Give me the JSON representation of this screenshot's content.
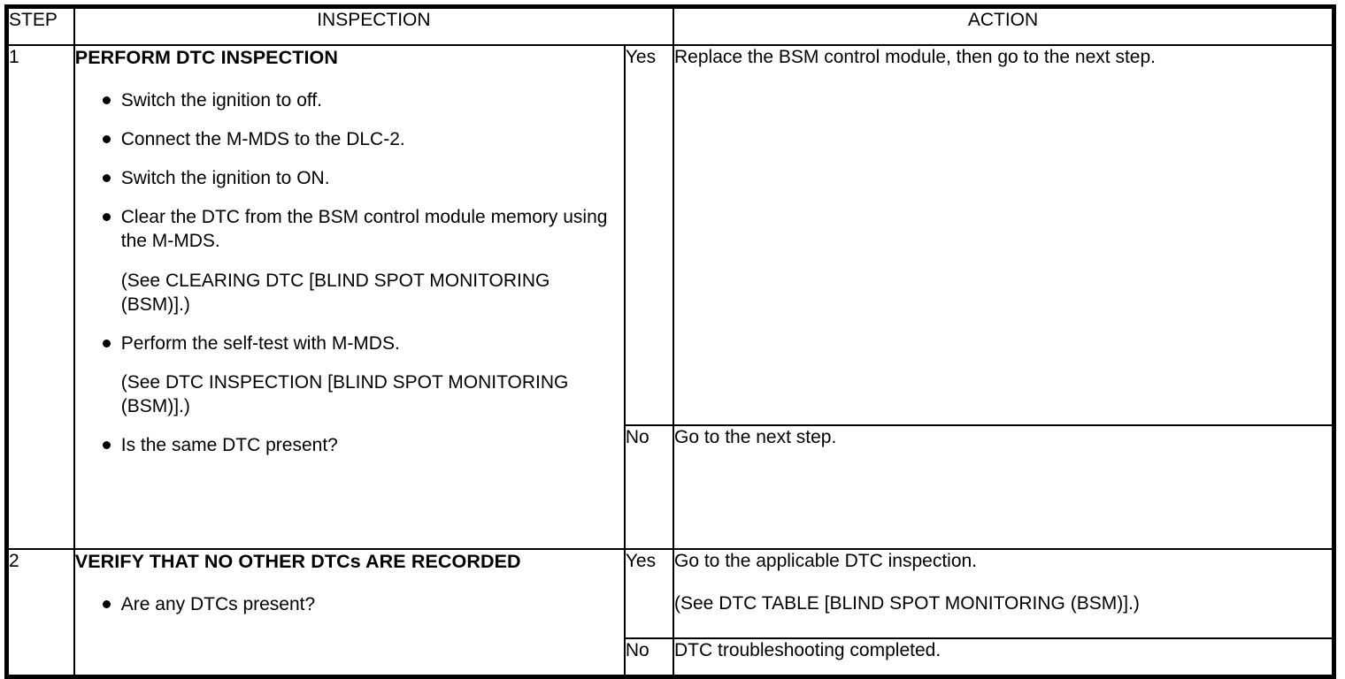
{
  "table": {
    "headers": {
      "step": "STEP",
      "inspection": "INSPECTION",
      "action": "ACTION"
    },
    "rows": [
      {
        "step": "1",
        "inspection": {
          "title": "PERFORM DTC INSPECTION",
          "bullets": [
            {
              "text": "Switch the ignition to off."
            },
            {
              "text": "Connect the M-MDS to the DLC-2."
            },
            {
              "text": "Switch the ignition to ON."
            },
            {
              "text": "Clear the DTC from the BSM control module memory using the M-MDS.",
              "note": "(See CLEARING DTC [BLIND SPOT MONITORING (BSM)].)"
            },
            {
              "text": "Perform the self-test with M-MDS.",
              "note": "(See DTC INSPECTION [BLIND SPOT MONITORING (BSM)].)"
            },
            {
              "text": "Is the same DTC present?"
            }
          ]
        },
        "actions": [
          {
            "answer": "Yes",
            "lines": [
              "Replace the BSM control module, then go to the next step."
            ]
          },
          {
            "answer": "No",
            "lines": [
              "Go to the next step."
            ]
          }
        ]
      },
      {
        "step": "2",
        "inspection": {
          "title": "VERIFY THAT NO OTHER DTCs ARE RECORDED",
          "bullets": [
            {
              "text": "Are any DTCs present?"
            }
          ]
        },
        "actions": [
          {
            "answer": "Yes",
            "lines": [
              "Go to the applicable DTC inspection.",
              "(See DTC TABLE [BLIND SPOT MONITORING (BSM)].)"
            ]
          },
          {
            "answer": "No",
            "lines": [
              "DTC troubleshooting completed."
            ]
          }
        ]
      }
    ]
  },
  "colors": {
    "border": "#000000",
    "text": "#000000",
    "background": "#ffffff"
  }
}
